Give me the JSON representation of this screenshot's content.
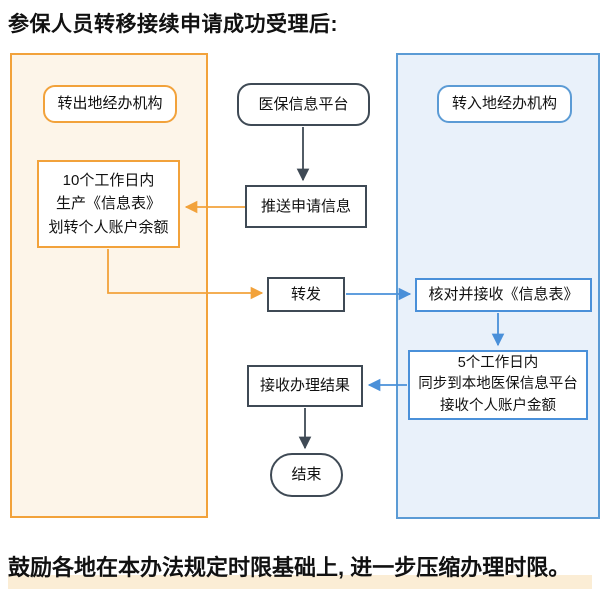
{
  "title": "参保人员转移接续申请成功受理后:",
  "footer": "鼓励各地在本办法规定时限基础上, 进一步压缩办理时限。",
  "colors": {
    "orange_border": "#F2A23B",
    "orange_panel_fill": "#FDF5E9",
    "blue_border": "#4A90D9",
    "blue_panel_fill": "#E9F1FA",
    "dark_border": "#3F4A55",
    "footer_highlight": "#FBEDD5"
  },
  "flowchart": {
    "lanes": {
      "transfer_out": "转出地经办机构",
      "platform": "医保信息平台",
      "transfer_in": "转入地经办机构"
    },
    "nodes": {
      "produce": "10个工作日内\n生产《信息表》\n划转个人账户余额",
      "push": "推送申请信息",
      "forward": "转发",
      "check": "核对并接收《信息表》",
      "sync": "5个工作日内\n同步到本地医保信息平台\n接收个人账户金额",
      "receive_result": "接收办理结果",
      "end": "结束"
    }
  }
}
